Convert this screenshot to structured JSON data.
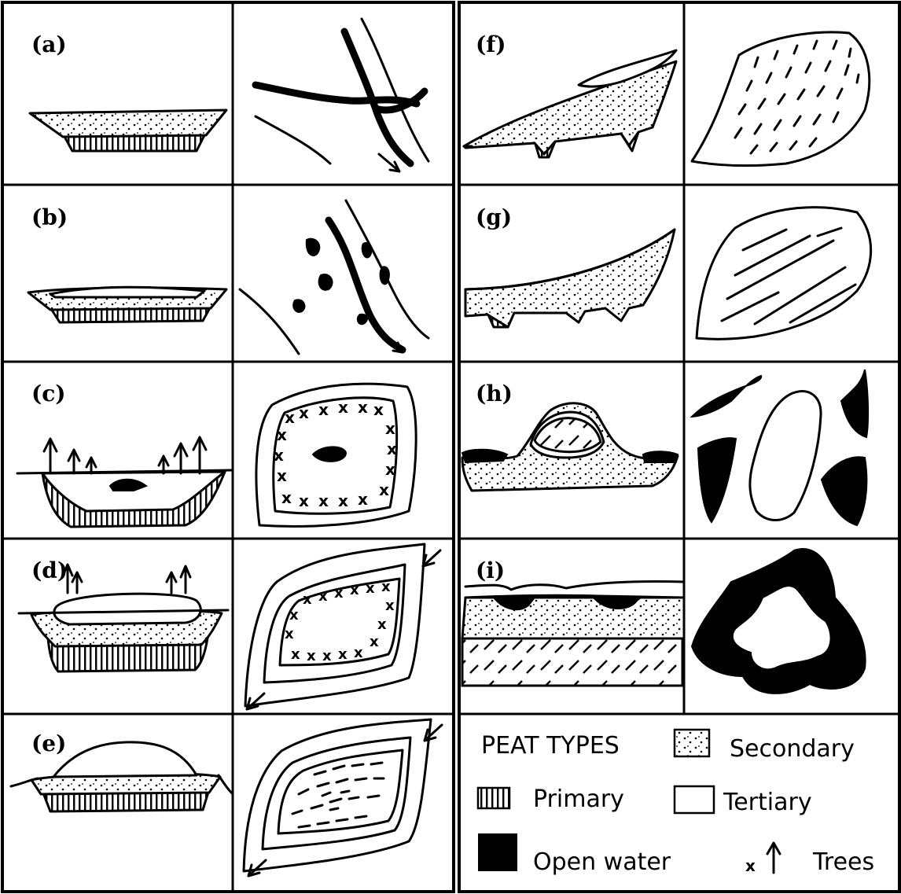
{
  "panels": {
    "a": {
      "label": "(a)"
    },
    "b": {
      "label": "(b)"
    },
    "c": {
      "label": "(c)"
    },
    "d": {
      "label": "(d)"
    },
    "e": {
      "label": "(e)"
    },
    "f": {
      "label": "(f)"
    },
    "g": {
      "label": "(g)"
    },
    "h": {
      "label": "(h)"
    },
    "i": {
      "label": "(i)"
    }
  },
  "legend": {
    "title": "PEAT TYPES",
    "secondary": "Secondary",
    "primary": "Primary",
    "tertiary": "Tertiary",
    "open_water": "Open water",
    "trees": "Trees",
    "tree_marker": "x"
  }
}
